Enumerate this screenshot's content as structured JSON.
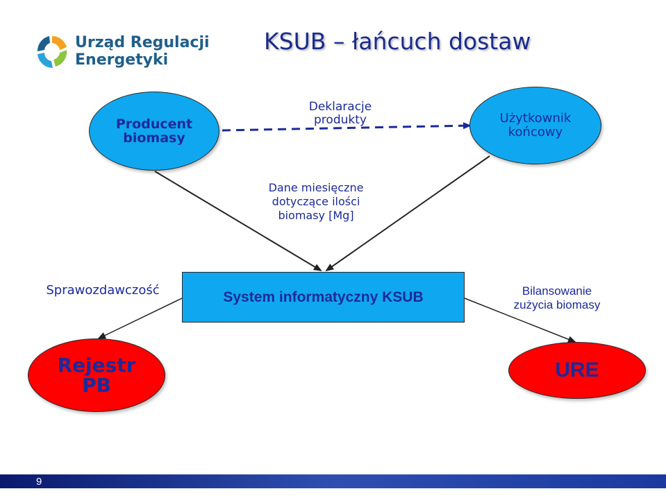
{
  "logo": {
    "line1": "Urząd Regulacji",
    "line2": "Energetyki"
  },
  "title": "KSUB – łańcuch dostaw",
  "nodes": {
    "producer": "Producent\nbiomasy",
    "end_user": "Użytkownik\nkońcowy",
    "ksub_system": "System informatyczny KSUB",
    "rejestr": "Rejestr\nPB",
    "ure": "URE"
  },
  "edges": {
    "declarations": "Deklaracje\nprodukty",
    "monthly_data": "Dane  miesięczne\ndotyczące ilości\nbiomasy [Mg]",
    "reporting": "Sprawozdawczość",
    "balancing": "Bilansowanie\nzużycia biomasy"
  },
  "footer": {
    "page_number": "9"
  },
  "colors": {
    "node_blue": "#0fa8f0",
    "node_red": "#ff0000",
    "text_navy": "#1c2a9a",
    "title_navy": "#1a2b8c",
    "logo_blue": "#1f5f8a"
  }
}
